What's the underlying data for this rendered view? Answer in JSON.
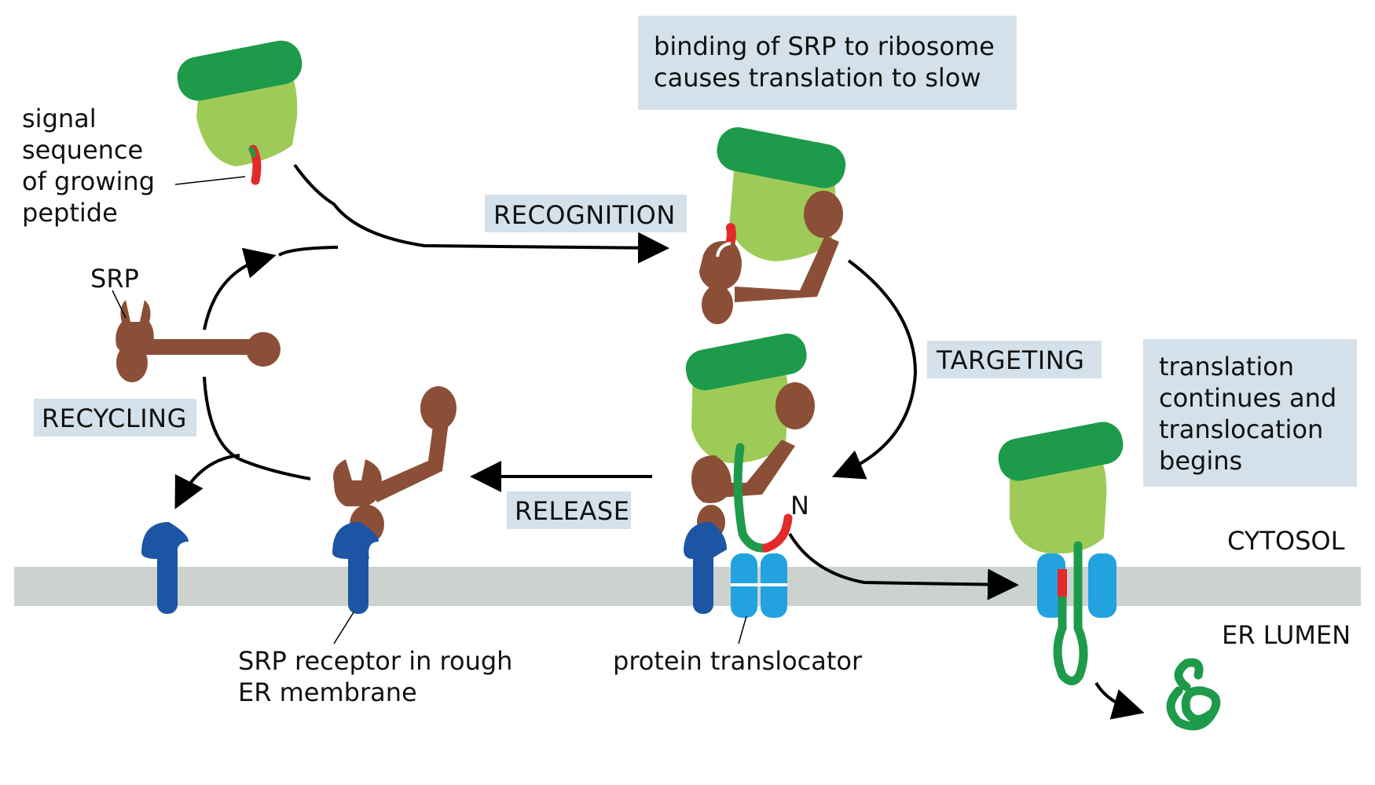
{
  "labels": {
    "signal_sequence": [
      "signal",
      "sequence",
      "of growing",
      "peptide"
    ],
    "srp": "SRP",
    "srp_receptor": [
      "SRP receptor in rough",
      "ER membrane"
    ],
    "protein_translocator": "protein translocator",
    "cytosol": "CYTOSOL",
    "er_lumen": "ER LUMEN",
    "n_terminus": "N"
  },
  "stages": {
    "recognition": "RECOGNITION",
    "targeting": "TARGETING",
    "release": "RELEASE",
    "recycling": "RECYCLING"
  },
  "notes": {
    "binding": [
      "binding of SRP to ribosome",
      "causes translation to slow"
    ],
    "translation": [
      "translation",
      "continues and",
      "translocation",
      "begins"
    ]
  },
  "colors": {
    "ribosome_large": "#1e9a4b",
    "ribosome_small": "#9ecb58",
    "srp": "#8b4f37",
    "receptor": "#1c55a3",
    "translocator": "#22a3e0",
    "signal_sequence": "#e32a2a",
    "membrane": "#ccd3cf",
    "label_box": "#d4e1ea"
  }
}
